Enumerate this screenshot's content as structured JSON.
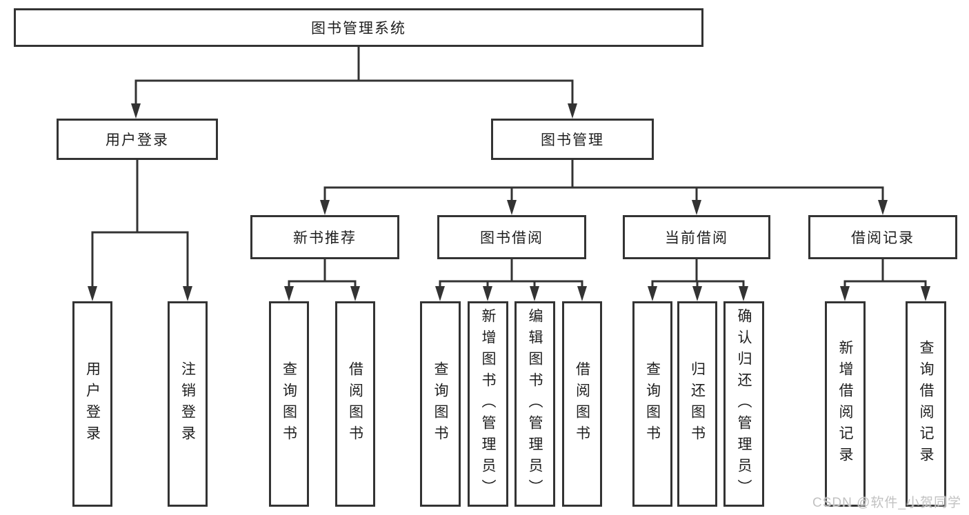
{
  "diagram": {
    "line_color": "#333333",
    "text_color": "#1e1e1e",
    "background_color": "#ffffff",
    "tree": {
      "root": "图书管理系统",
      "children": [
        {
          "label": "用户登录",
          "children": [
            "用户登录",
            "注销登录"
          ]
        },
        {
          "label": "图书管理",
          "children": [
            {
              "label": "新书推荐",
              "children": [
                "查询图书",
                "借阅图书"
              ]
            },
            {
              "label": "图书借阅",
              "children": [
                "查询图书",
                "新增图书（管理员）",
                "编辑图书（管理员）",
                "借阅图书"
              ]
            },
            {
              "label": "当前借阅",
              "children": [
                "查询图书",
                "归还图书",
                "确认归还（管理员）"
              ]
            },
            {
              "label": "借阅记录",
              "children": [
                "新增借阅记录",
                "查询借阅记录"
              ]
            }
          ]
        }
      ]
    }
  },
  "watermark": {
    "text": "CSDN @软件_小贺同学",
    "color": "#c2c2c2"
  }
}
